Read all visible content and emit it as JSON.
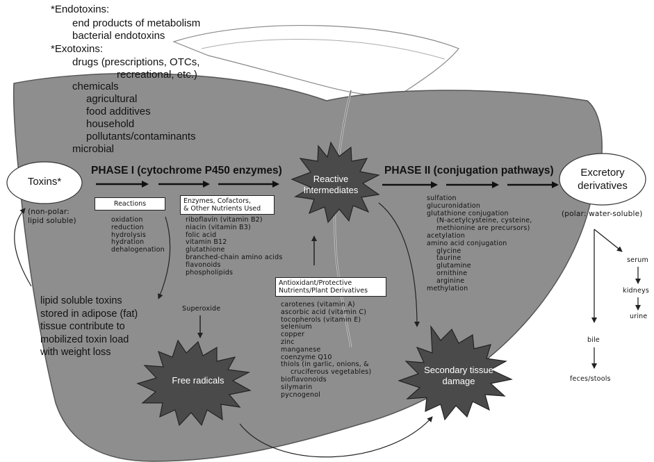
{
  "toxin_list": {
    "endotoxins_heading": "*Endotoxins:",
    "endotoxins": [
      "end products of metabolism",
      "bacterial endotoxins"
    ],
    "exotoxins_heading": "*Exotoxins:",
    "drugs_line1": "drugs (prescriptions, OTCs,",
    "drugs_line2": "recreational, etc.)",
    "chemicals": "chemicals",
    "chemical_types": [
      "agricultural",
      "food additives",
      "household",
      "pollutants/contaminants"
    ],
    "microbial": "microbial"
  },
  "toxins_node": {
    "label": "Toxins*",
    "note_line1": "(non-polar:",
    "note_line2": "lipid soluble)"
  },
  "phase1": {
    "title": "PHASE I (cytochrome P450 enzymes)",
    "reactions_label": "Reactions",
    "reactions": [
      "oxidation",
      "reduction",
      "hydrolysis",
      "hydration",
      "dehalogenation"
    ],
    "enzymes_label_line1": "Enzymes, Cofactors,",
    "enzymes_label_line2": "& Other Nutrients Used",
    "enzymes": [
      "riboflavin (vitamin B2)",
      "niacin (vitamin B3)",
      "folic acid",
      "vitamin B12",
      "glutathione",
      "branched-chain amino acids",
      "flavonoids",
      "phospholipids"
    ]
  },
  "reactive": {
    "line1": "Reactive",
    "line2": "Intermediates"
  },
  "phase2": {
    "title": "PHASE II (conjugation pathways)",
    "pathways": [
      "sulfation",
      "glucuronidation",
      "glutathione conjugation",
      "(N-acetylcysteine, cysteine,",
      "methionine are precursors)",
      "acetylation",
      "amino acid conjugation",
      "glycine",
      "taurine",
      "glutamine",
      "ornithine",
      "arginine",
      "methylation"
    ]
  },
  "excretory": {
    "line1": "Excretory",
    "line2": "derivatives",
    "note": "(polar: water-soluble)"
  },
  "excretion_routes": {
    "serum": "serum",
    "kidneys": "kidneys",
    "urine": "urine",
    "bile": "bile",
    "feces": "feces/stools"
  },
  "antioxidants": {
    "label_line1": "Antioxidant/Protective",
    "label_line2": "Nutrients/Plant Derivatives",
    "items": [
      "carotenes (vitamin A)",
      "ascorbic acid (vitamin C)",
      "tocopherols (vitamin E)",
      "selenium",
      "copper",
      "zinc",
      "manganese",
      "coenzyme Q10",
      "thiols (in garlic, onions, &",
      "cruciferous vegetables)",
      "bioflavonoids",
      "silymarin",
      "pycnogenol"
    ]
  },
  "superoxide": "Superoxide",
  "free_radicals": "Free radicals",
  "secondary": {
    "line1": "Secondary tissue",
    "line2": "damage"
  },
  "lipid_note": [
    "lipid soluble toxins",
    "stored in adipose (fat)",
    "tissue contribute to",
    "mobilized toxin load",
    "with weight loss"
  ]
}
